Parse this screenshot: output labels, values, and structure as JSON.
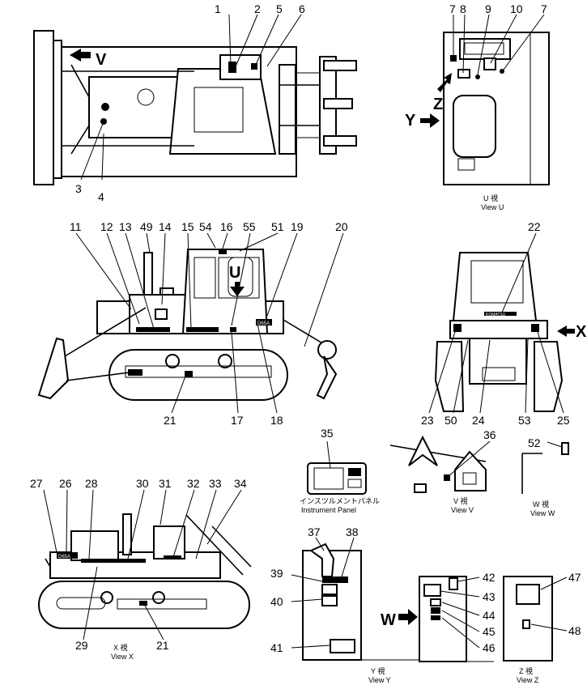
{
  "callouts": {
    "n1": "1",
    "n2": "2",
    "n3": "3",
    "n4": "4",
    "n5": "5",
    "n6": "6",
    "n7a": "7",
    "n7b": "7",
    "n8": "8",
    "n9": "9",
    "n10": "10",
    "n11": "11",
    "n12": "12",
    "n13": "13",
    "n14": "14",
    "n15": "15",
    "n16": "16",
    "n17": "17",
    "n18": "18",
    "n19": "19",
    "n20": "20",
    "n21a": "21",
    "n21b": "21",
    "n22": "22",
    "n23": "23",
    "n24": "24",
    "n25": "25",
    "n26": "26",
    "n27": "27",
    "n28": "28",
    "n29": "29",
    "n30": "30",
    "n31": "31",
    "n32": "32",
    "n33": "33",
    "n34": "34",
    "n35": "35",
    "n36": "36",
    "n37": "37",
    "n38": "38",
    "n39": "39",
    "n40": "40",
    "n41": "41",
    "n42": "42",
    "n43": "43",
    "n44": "44",
    "n45": "45",
    "n46": "46",
    "n47": "47",
    "n48": "48",
    "n49": "49",
    "n50": "50",
    "n51": "51",
    "n52": "52",
    "n53": "53",
    "n54": "54",
    "n55": "55"
  },
  "view_letters": {
    "v": "V",
    "u": "U",
    "x": "X",
    "y": "Y",
    "z": "Z",
    "w": "W"
  },
  "captions": {
    "view_u_jp": "U 視",
    "view_u_en": "View U",
    "view_v_jp": "V 視",
    "view_v_en": "View V",
    "view_w_jp": "W 視",
    "view_w_en": "View W",
    "view_x_jp": "X 視",
    "view_x_en": "View X",
    "view_y_jp": "Y 視",
    "view_y_en": "View Y",
    "view_z_jp": "Z 視",
    "view_z_en": "View Z",
    "panel_jp": "インスツルメントパネル",
    "panel_en": "Instrument Panel"
  },
  "decal_text": {
    "brand": "KOMATSU",
    "model": "D65A"
  }
}
